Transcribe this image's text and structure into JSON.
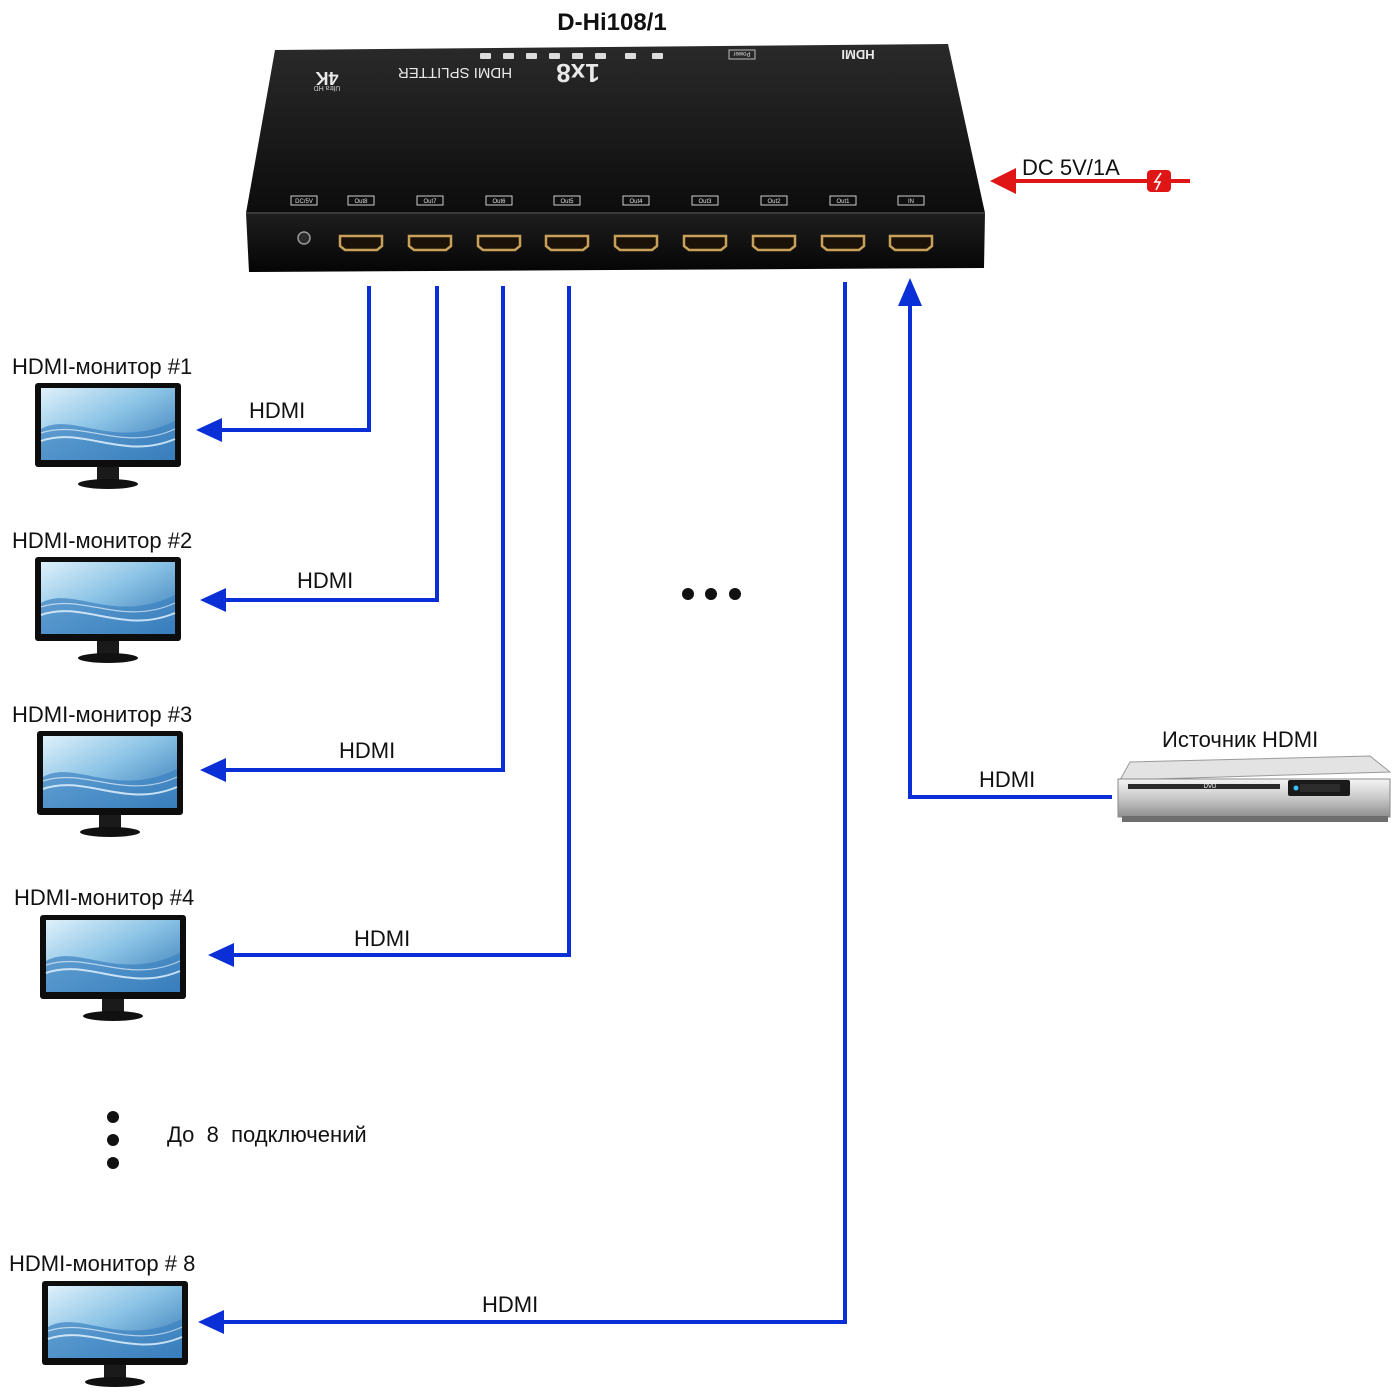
{
  "device": {
    "title": "D-Hi108/1",
    "top_label_model": "1x8",
    "top_label_name": "HDMI SPLITTER",
    "top_label_4k": "4K",
    "top_label_uhd": "Ultra HD",
    "top_label_brand": "HDMI",
    "top_label_power": "Power",
    "port_labels": [
      "DC/5V",
      "Out8",
      "Out7",
      "Out6",
      "Out5",
      "Out4",
      "Out3",
      "Out2",
      "Out1",
      "IN"
    ]
  },
  "power": {
    "label": "DC 5V/1A"
  },
  "monitors": [
    {
      "label": "HDMI-монитор #1",
      "cable_label": "HDMI"
    },
    {
      "label": "HDMI-монитор #2",
      "cable_label": "HDMI"
    },
    {
      "label": "HDMI-монитор #3",
      "cable_label": "HDMI"
    },
    {
      "label": "HDMI-монитор #4",
      "cable_label": "HDMI"
    },
    {
      "label": "HDMI-монитор # 8",
      "cable_label": "HDMI"
    }
  ],
  "source": {
    "label": "Источник HDMI",
    "cable_label": "HDMI",
    "dvd_label": "DVD"
  },
  "more_note": "До  8  подключений",
  "colors": {
    "cable": "#0a2fd6",
    "power": "#e01616",
    "device": "#141414",
    "port": "#c9a05a"
  }
}
